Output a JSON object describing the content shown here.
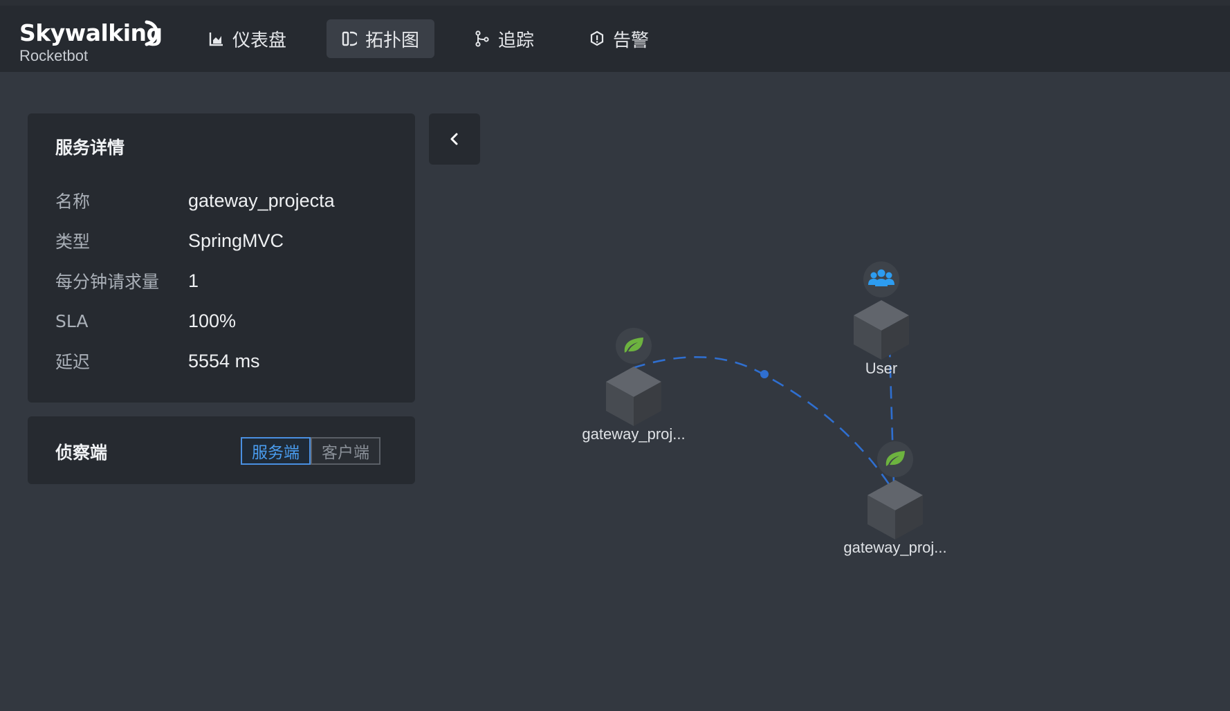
{
  "brand": {
    "name": "Skywalking",
    "sub": "Rocketbot"
  },
  "nav": [
    {
      "label": "仪表盘",
      "icon": "bar-chart-icon",
      "active": false
    },
    {
      "label": "拓扑图",
      "icon": "topology-icon",
      "active": true
    },
    {
      "label": "追踪",
      "icon": "trace-icon",
      "active": false
    },
    {
      "label": "告警",
      "icon": "alarm-icon",
      "active": false
    }
  ],
  "detail": {
    "title": "服务详情",
    "rows": [
      {
        "key": "名称",
        "value": "gateway_projecta"
      },
      {
        "key": "类型",
        "value": "SpringMVC"
      },
      {
        "key": "每分钟请求量",
        "value": "1"
      },
      {
        "key": "SLA",
        "value": "100%"
      },
      {
        "key": "延迟",
        "value": "5554 ms"
      }
    ]
  },
  "probe": {
    "title": "侦察端",
    "options": [
      "服务端",
      "客户端"
    ],
    "selected": "服务端"
  },
  "collapse_icon": "chevron-left-icon",
  "topology": {
    "nodes": [
      {
        "label": "User",
        "icon": "users-icon"
      },
      {
        "label": "gateway_proj...",
        "icon": "spring-leaf-icon"
      },
      {
        "label": "gateway_proj...",
        "icon": "spring-leaf-icon"
      }
    ]
  },
  "colors": {
    "background": "#333840",
    "panel": "#262a30",
    "accent": "#4a90e2",
    "link": "#2f6fd0",
    "spring_green": "#6db33f"
  }
}
